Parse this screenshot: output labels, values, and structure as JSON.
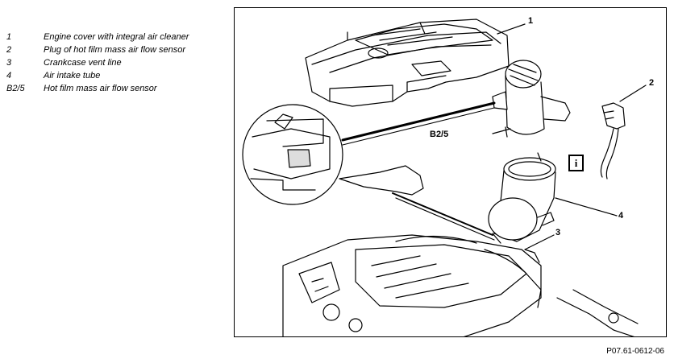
{
  "legend": [
    {
      "num": "1",
      "text": "Engine cover with integral air cleaner"
    },
    {
      "num": "2",
      "text": "Plug of hot film mass air flow sensor"
    },
    {
      "num": "3",
      "text": "Crankcase vent line"
    },
    {
      "num": "4",
      "text": "Air intake tube"
    },
    {
      "num": "B2/5",
      "text": "Hot film mass air flow sensor"
    }
  ],
  "callouts": {
    "c1": "1",
    "c2": "2",
    "c3": "3",
    "c4": "4",
    "cb25": "B2/5",
    "info": "i"
  },
  "reference_code": "P07.61-0612-06"
}
